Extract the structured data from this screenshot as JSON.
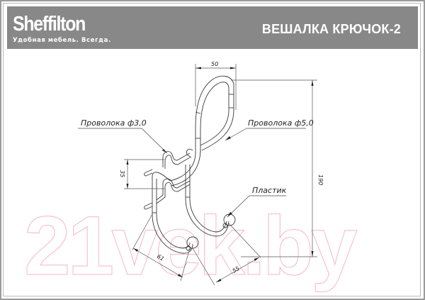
{
  "header": {
    "brand": "Sheffilton",
    "tagline": "Удобная мебель. Всегда.",
    "title": "ВЕШАЛКА КРЮЧОК-2"
  },
  "drawing": {
    "callouts": {
      "wire_thin": "Проволока ф3,0",
      "wire_thick": "Проволока ф5,0",
      "plastic": "Пластик"
    },
    "dimensions": {
      "top_width": "50",
      "hook_spacing": "35",
      "total_height": "190",
      "lower_hook_reach": "61",
      "upper_hook_reach": "55"
    }
  },
  "watermark": {
    "text": "21vek.by",
    "color": "#f7b6c8"
  },
  "colors": {
    "header_bg": "#888888",
    "header_text": "#ffffff",
    "line": "#3a3a3a",
    "frame": "#9a9a9a"
  }
}
